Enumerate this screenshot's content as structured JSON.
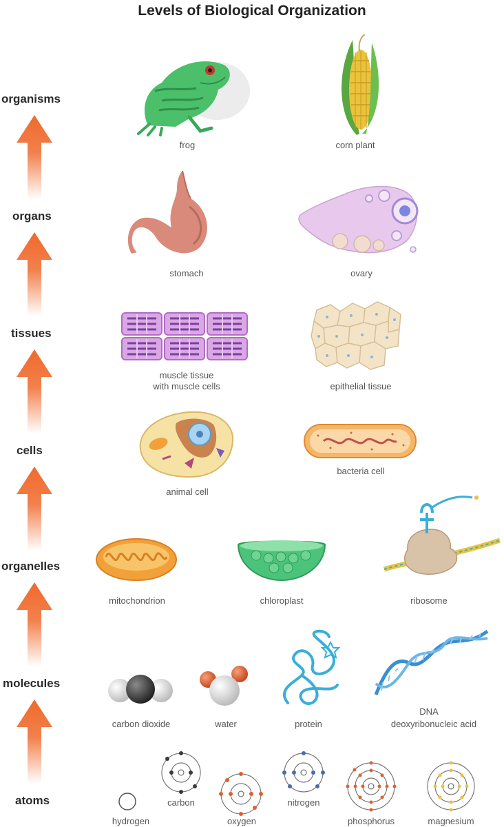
{
  "title": "Levels of Biological Organization",
  "levels": {
    "organisms": "organisms",
    "organs": "organs",
    "tissues": "tissues",
    "cells": "cells",
    "organelles": "organelles",
    "molecules": "molecules",
    "atoms": "atoms"
  },
  "captions": {
    "frog": "frog",
    "corn_plant": "corn plant",
    "stomach": "stomach",
    "ovary": "ovary",
    "muscle_tissue_1": "muscle tissue",
    "muscle_tissue_2": "with muscle cells",
    "epithelial_tissue": "epithelial tissue",
    "animal_cell": "animal cell",
    "bacteria_cell": "bacteria cell",
    "mitochondrion": "mitochondrion",
    "chloroplast": "chloroplast",
    "ribosome": "ribosome",
    "carbon_dioxide": "carbon dioxide",
    "water": "water",
    "protein": "protein",
    "dna_1": "DNA",
    "dna_2": "deoxyribonucleic acid",
    "hydrogen": "hydrogen",
    "carbon": "carbon",
    "oxygen": "oxygen",
    "nitrogen": "nitrogen",
    "phosphorus": "phosphorus",
    "magnesium": "magnesium"
  },
  "colors": {
    "arrow": "#f06a2c",
    "frog": "#4cbf6a",
    "corn": "#e9c33c",
    "stomach": "#d98a7a",
    "ovary": "#e8c8ec",
    "muscle": "#b36bc6",
    "epithelial": "#f3e4c8",
    "animal_cell": "#f7e2a6",
    "bacteria": "#f6b668",
    "mitochondrion": "#f2a13a",
    "chloroplast": "#4cc37a",
    "ribosome": "#d9c3a8",
    "protein": "#3aaed8",
    "dna": "#3a8fd0",
    "oxygen_atom": "#e0612e",
    "carbon_atom": "#3a3a3a"
  }
}
